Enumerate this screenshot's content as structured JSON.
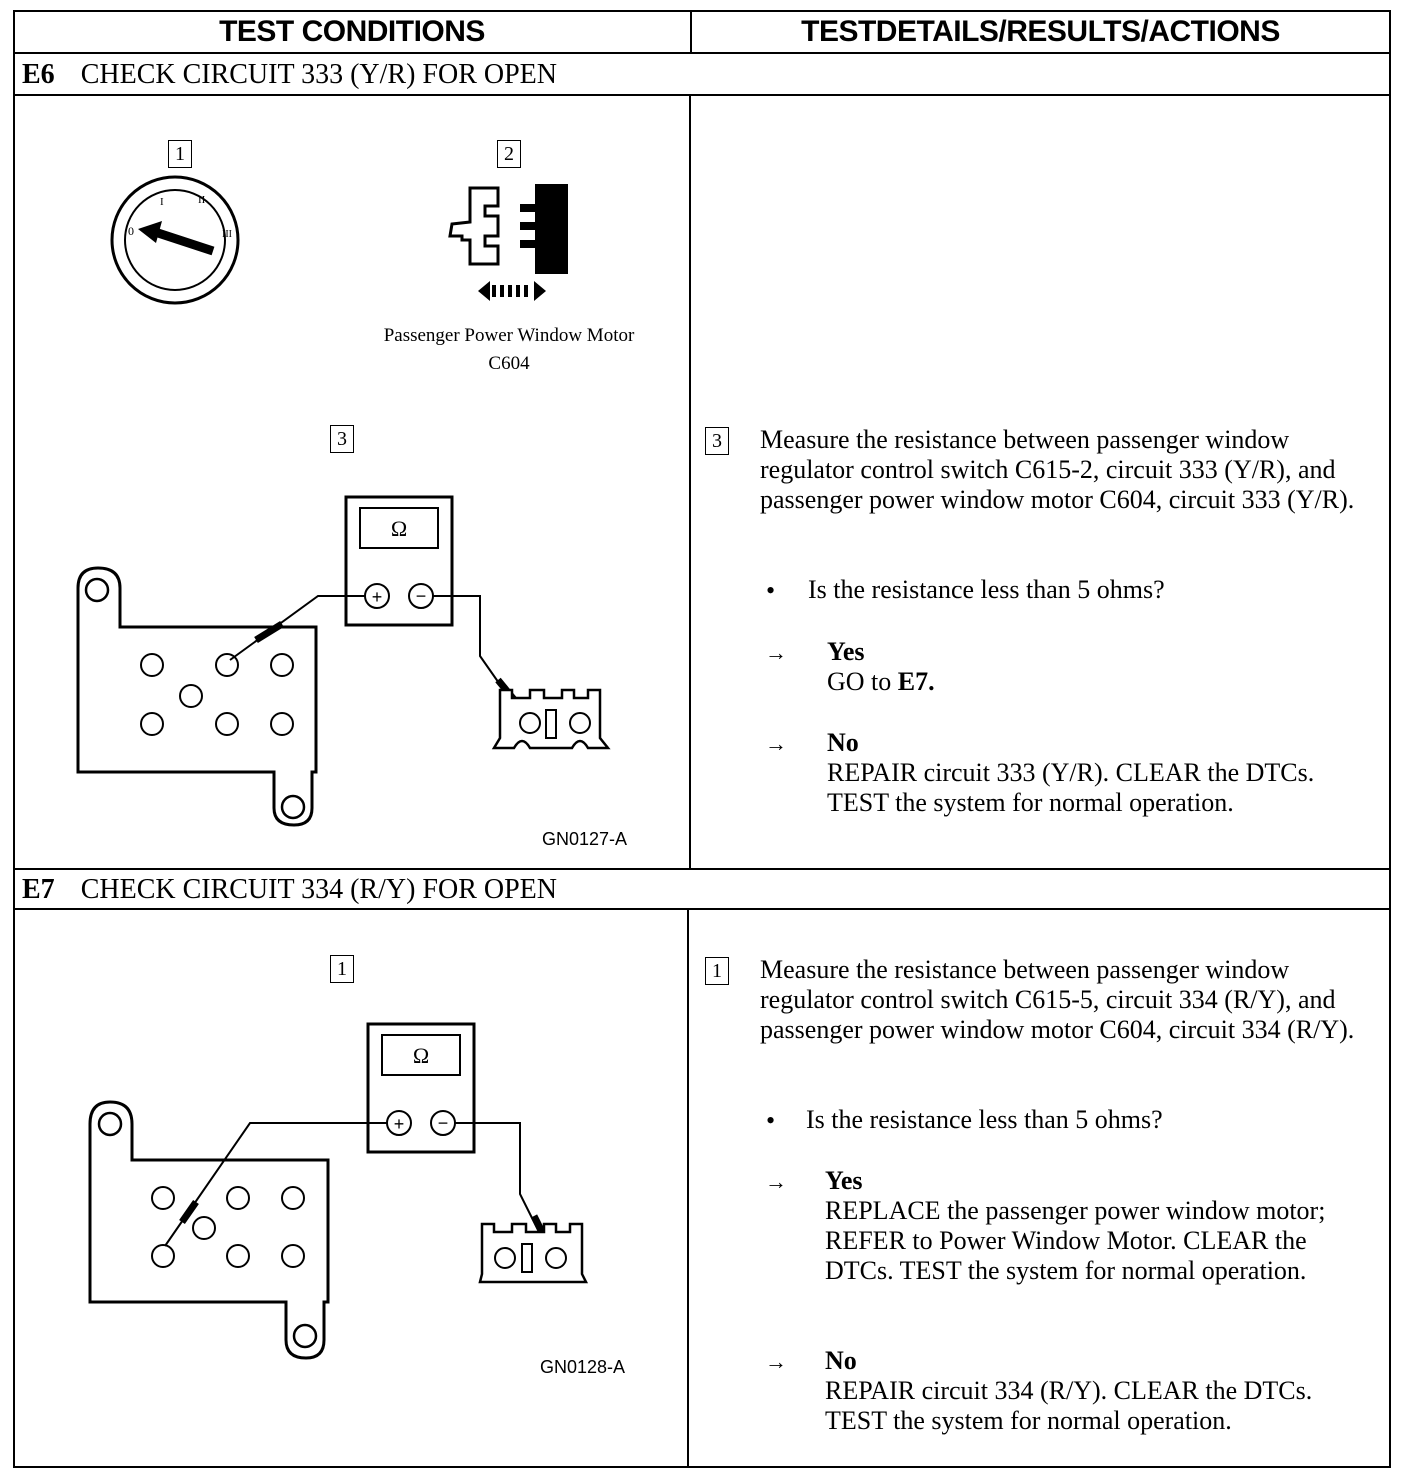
{
  "header": {
    "left": "TEST CONDITIONS",
    "right": "TESTDETAILS/RESULTS/ACTIONS"
  },
  "e6": {
    "id": "E6",
    "title": "CHECK CIRCUIT 333 (Y/R) FOR OPEN",
    "step1_num": "1",
    "step2_num": "2",
    "step3_num": "3",
    "connector_caption_line1": "Passenger Power Window Motor",
    "connector_caption_line2": "C604",
    "meter_symbol": "Ω",
    "figure_id": "GN0127-A",
    "instruction": "Measure the resistance between passenger window regulator control switch C615-2, circuit 333 (Y/R), and passenger power window motor C604, circuit 333 (Y/R).",
    "question": "Is the resistance less than 5 ohms?",
    "yes_label": "Yes",
    "yes_action_prefix": "GO to ",
    "yes_action_target": "E7.",
    "no_label": "No",
    "no_action": "REPAIR circuit 333 (Y/R). CLEAR the DTCs. TEST the system for normal operation."
  },
  "e7": {
    "id": "E7",
    "title": "CHECK CIRCUIT 334 (R/Y) FOR OPEN",
    "step1_num": "1",
    "meter_symbol": "Ω",
    "figure_id": "GN0128-A",
    "instruction": "Measure the resistance between passenger window regulator control switch C615-5, circuit 334 (R/Y), and passenger power window motor C604, circuit 334 (R/Y).",
    "question": "Is the resistance less than 5 ohms?",
    "yes_label": "Yes",
    "yes_action": "REPLACE the passenger power window motor; REFER to Power Window Motor. CLEAR the DTCs. TEST the system for normal operation.",
    "no_label": "No",
    "no_action": "REPAIR circuit 334 (R/Y). CLEAR the DTCs. TEST the system for normal operation."
  },
  "symbols": {
    "bullet": "•",
    "arrow": "→",
    "plus": "+",
    "minus": "−",
    "ign_0": "0",
    "ign_1": "I",
    "ign_2": "II",
    "ign_3": "III"
  }
}
